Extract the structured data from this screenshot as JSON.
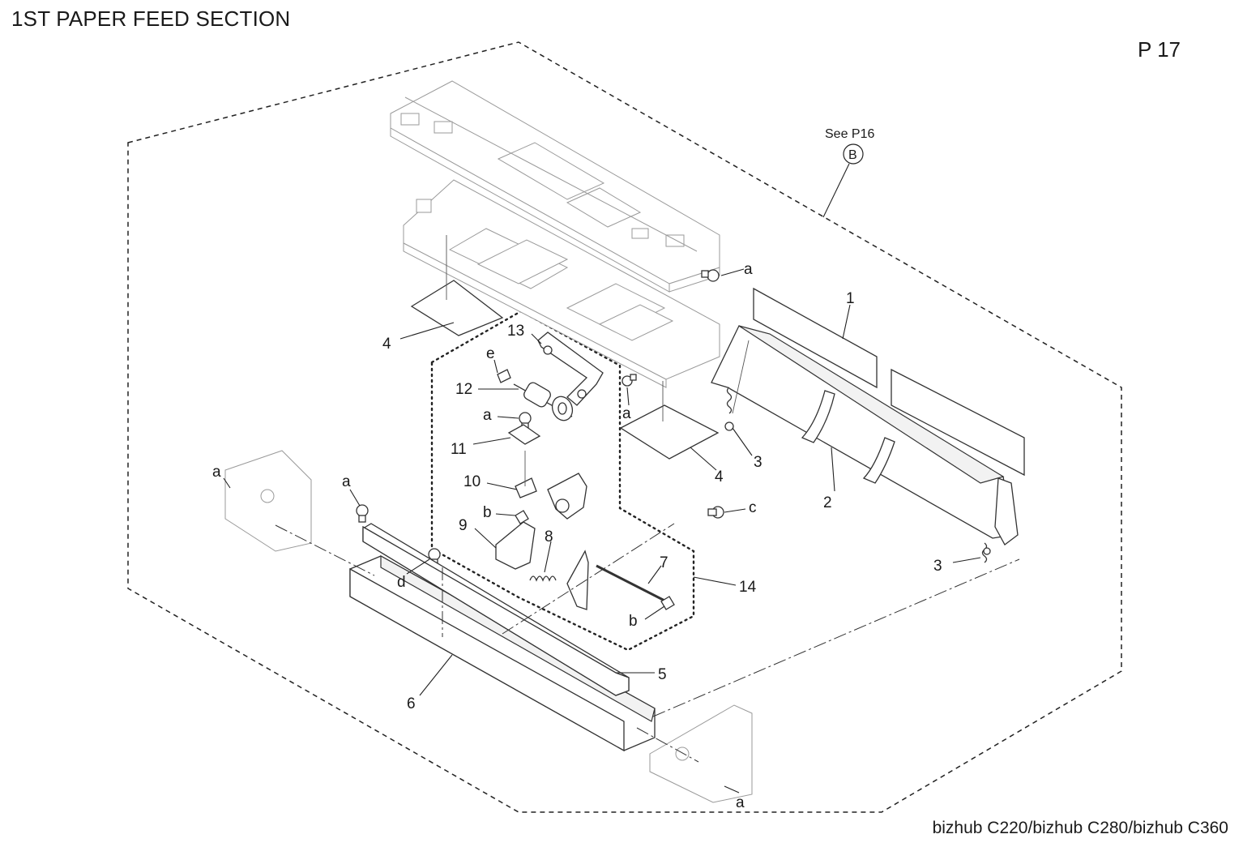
{
  "header": {
    "title": "1ST PAPER FEED SECTION",
    "page": "P 17"
  },
  "footer": {
    "models": "bizhub C220/bizhub C280/bizhub C360"
  },
  "reference": {
    "text": "See P16",
    "symbol": "B"
  },
  "callouts": {
    "c1": "1",
    "c2": "2",
    "c3a": "3",
    "c3b": "3",
    "c4a": "4",
    "c4b": "4",
    "c5": "5",
    "c6": "6",
    "c7": "7",
    "c8": "8",
    "c9": "9",
    "c10": "10",
    "c11": "11",
    "c12": "12",
    "c13": "13",
    "c14": "14",
    "sa1": "a",
    "sa2": "a",
    "sa3": "a",
    "sa4": "a",
    "sa5": "a",
    "sa6": "a",
    "sb1": "b",
    "sb2": "b",
    "sc": "c",
    "sd": "d",
    "se": "e"
  }
}
